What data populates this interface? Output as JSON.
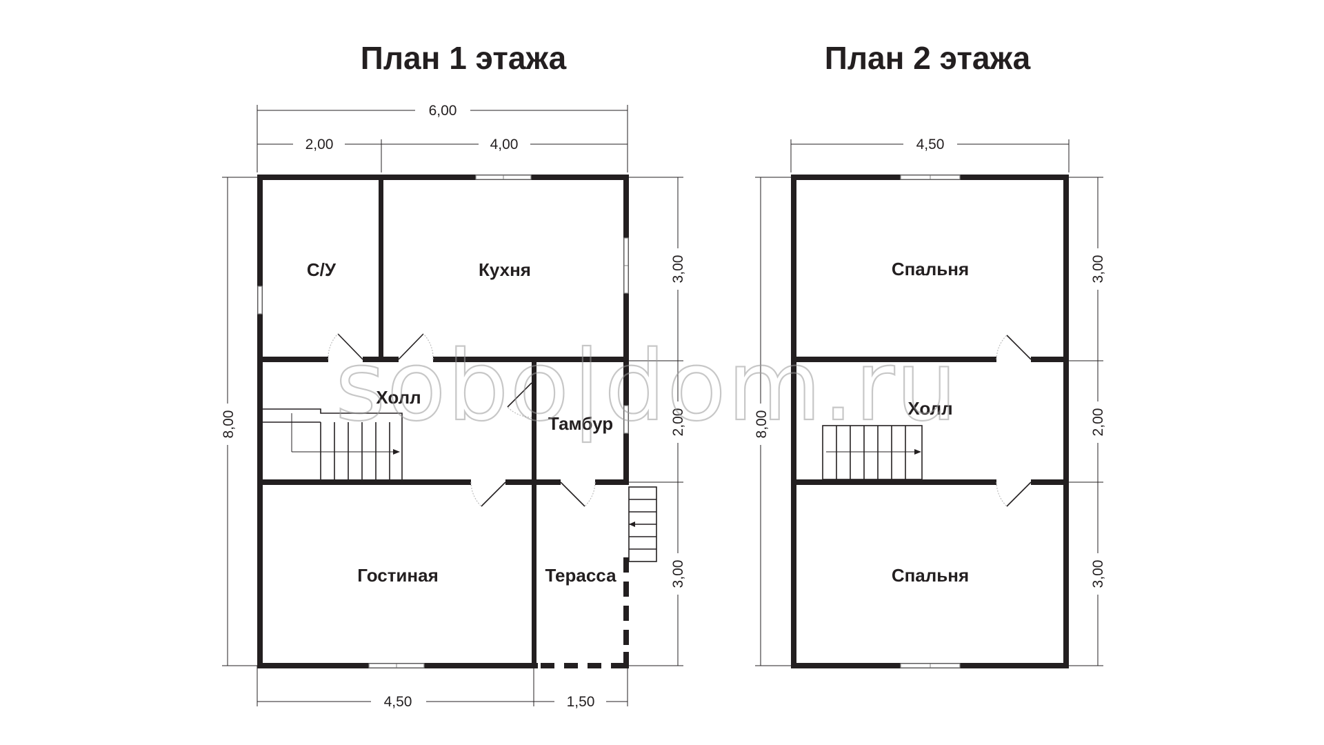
{
  "titles": {
    "floor1": "План 1 этажа",
    "floor2": "План 2 этажа"
  },
  "floor1": {
    "rooms": {
      "bathroom": "С/У",
      "kitchen": "Кухня",
      "hall": "Холл",
      "vestibule": "Тамбур",
      "living": "Гостиная",
      "terrace": "Терасса"
    },
    "dims": {
      "total_width": "6,00",
      "bath_width": "2,00",
      "kitchen_width": "4,00",
      "height": "8,00",
      "right_top": "3,00",
      "right_mid": "2,00",
      "right_bottom": "3,00",
      "bottom_left": "4,50",
      "bottom_right": "1,50"
    }
  },
  "floor2": {
    "rooms": {
      "bedroom_top": "Спальня",
      "hall": "Холл",
      "bedroom_bottom": "Спальня"
    },
    "dims": {
      "width": "4,50",
      "height": "8,00",
      "right_top": "3,00",
      "right_mid": "2,00",
      "right_bottom": "3,00"
    }
  },
  "watermark": "sobo|dom.ru"
}
